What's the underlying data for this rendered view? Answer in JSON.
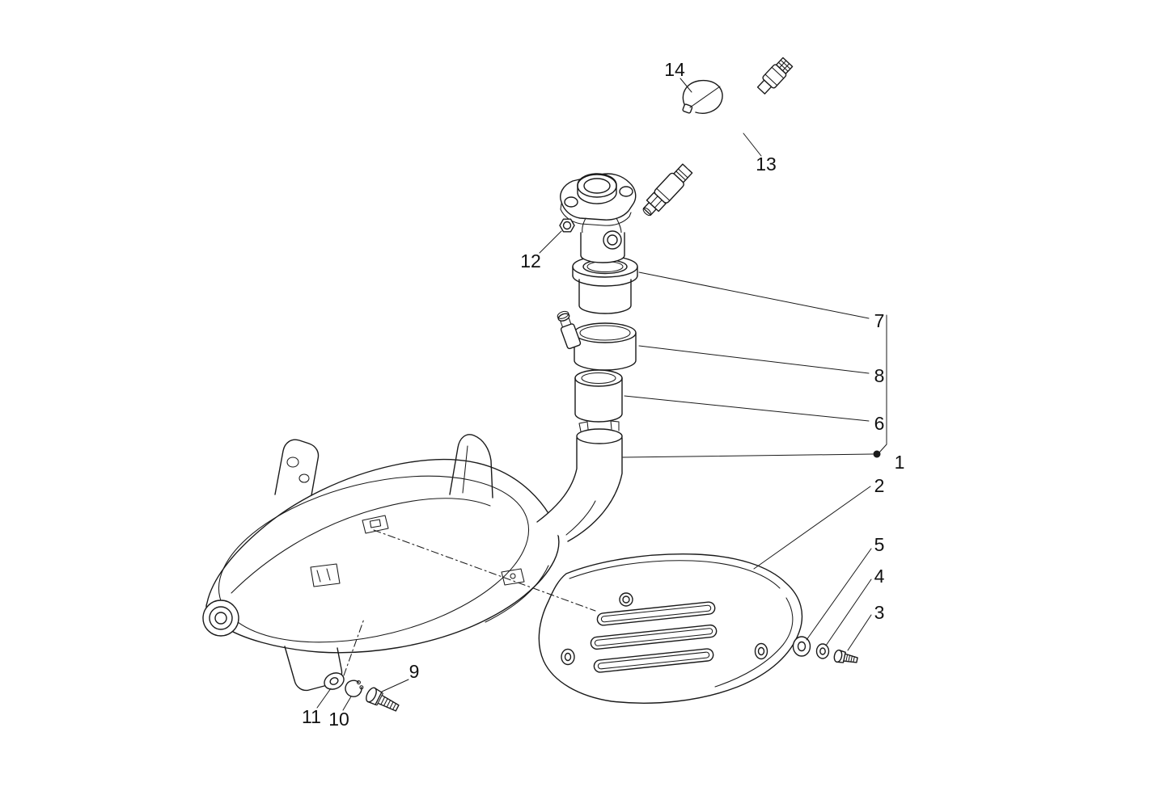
{
  "diagram": {
    "kind": "exploded-parts-diagram",
    "colors": {
      "background": "#ffffff",
      "line": "#1a1a1a",
      "label": "#111111"
    }
  },
  "callouts": {
    "c1": "1",
    "c2": "2",
    "c3": "3",
    "c4": "4",
    "c5": "5",
    "c6": "6",
    "c7": "7",
    "c8": "8",
    "c9": "9",
    "c10": "10",
    "c11": "11",
    "c12": "12",
    "c13": "13",
    "c14": "14"
  }
}
